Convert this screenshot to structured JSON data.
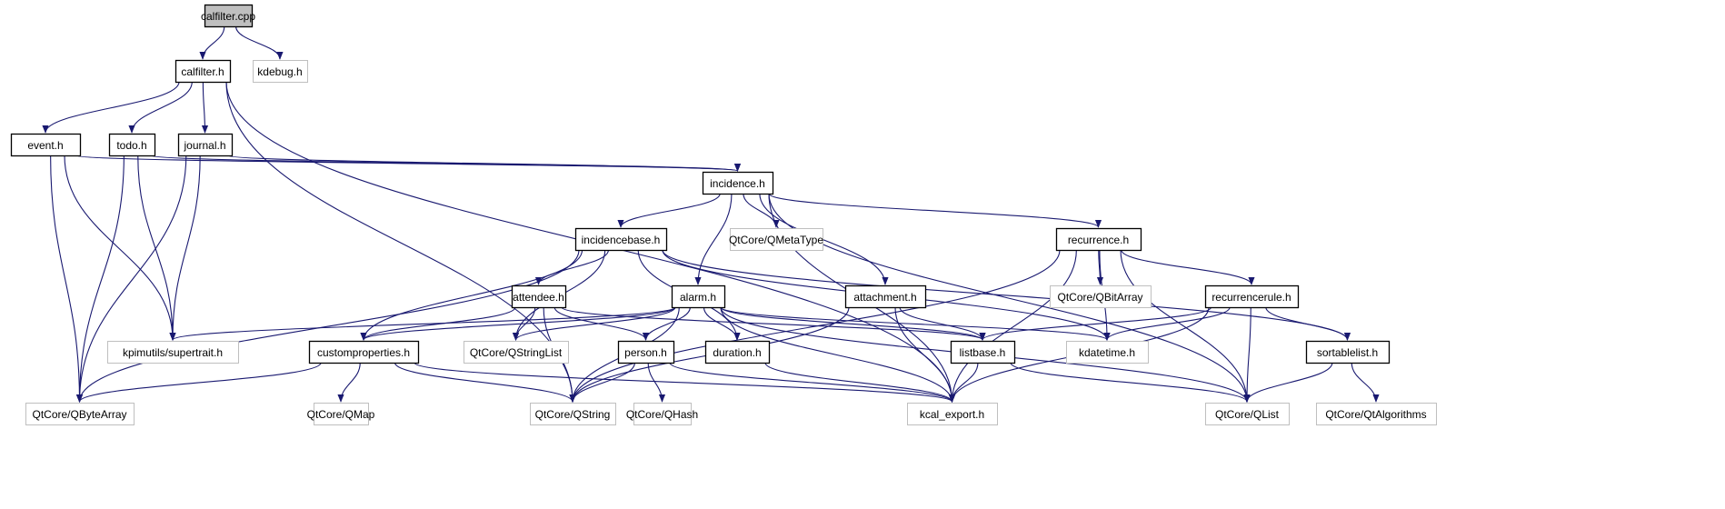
{
  "colors": {
    "edge": "#191970",
    "root_fill": "#bfbfbf",
    "documented_border": "#000000",
    "external_border": "#bfbfbf"
  },
  "nodes": [
    {
      "id": "calfilter_cpp",
      "label": "calfilter.cpp",
      "kind": "root"
    },
    {
      "id": "calfilter_h",
      "label": "calfilter.h",
      "kind": "documented"
    },
    {
      "id": "kdebug_h",
      "label": "kdebug.h",
      "kind": "external"
    },
    {
      "id": "event_h",
      "label": "event.h",
      "kind": "documented"
    },
    {
      "id": "todo_h",
      "label": "todo.h",
      "kind": "documented"
    },
    {
      "id": "journal_h",
      "label": "journal.h",
      "kind": "documented"
    },
    {
      "id": "incidence_h",
      "label": "incidence.h",
      "kind": "documented"
    },
    {
      "id": "incidencebase_h",
      "label": "incidencebase.h",
      "kind": "documented"
    },
    {
      "id": "qmetatype",
      "label": "QtCore/QMetaType",
      "kind": "external"
    },
    {
      "id": "recurrence_h",
      "label": "recurrence.h",
      "kind": "documented"
    },
    {
      "id": "attendee_h",
      "label": "attendee.h",
      "kind": "documented"
    },
    {
      "id": "alarm_h",
      "label": "alarm.h",
      "kind": "documented"
    },
    {
      "id": "attachment_h",
      "label": "attachment.h",
      "kind": "documented"
    },
    {
      "id": "qbitarray",
      "label": "QtCore/QBitArray",
      "kind": "external"
    },
    {
      "id": "recurrencerule_h",
      "label": "recurrencerule.h",
      "kind": "documented"
    },
    {
      "id": "supertrait_h",
      "label": "kpimutils/supertrait.h",
      "kind": "external"
    },
    {
      "id": "customproperties_h",
      "label": "customproperties.h",
      "kind": "documented"
    },
    {
      "id": "qstringlist",
      "label": "QtCore/QStringList",
      "kind": "external"
    },
    {
      "id": "person_h",
      "label": "person.h",
      "kind": "documented"
    },
    {
      "id": "duration_h",
      "label": "duration.h",
      "kind": "documented"
    },
    {
      "id": "listbase_h",
      "label": "listbase.h",
      "kind": "documented"
    },
    {
      "id": "kdatetime_h",
      "label": "kdatetime.h",
      "kind": "external"
    },
    {
      "id": "sortablelist_h",
      "label": "sortablelist.h",
      "kind": "documented"
    },
    {
      "id": "qbytearray",
      "label": "QtCore/QByteArray",
      "kind": "external"
    },
    {
      "id": "qmap",
      "label": "QtCore/QMap",
      "kind": "external"
    },
    {
      "id": "qstring",
      "label": "QtCore/QString",
      "kind": "external"
    },
    {
      "id": "qhash",
      "label": "QtCore/QHash",
      "kind": "external"
    },
    {
      "id": "kcal_export_h",
      "label": "kcal_export.h",
      "kind": "external"
    },
    {
      "id": "qlist",
      "label": "QtCore/QList",
      "kind": "external"
    },
    {
      "id": "qtalgorithms",
      "label": "QtCore/QtAlgorithms",
      "kind": "external"
    }
  ],
  "edges": [
    [
      "calfilter_cpp",
      "calfilter_h"
    ],
    [
      "calfilter_cpp",
      "kdebug_h"
    ],
    [
      "calfilter_h",
      "event_h"
    ],
    [
      "calfilter_h",
      "todo_h"
    ],
    [
      "calfilter_h",
      "journal_h"
    ],
    [
      "calfilter_h",
      "qstring"
    ],
    [
      "calfilter_h",
      "kcal_export_h"
    ],
    [
      "event_h",
      "incidence_h"
    ],
    [
      "event_h",
      "supertrait_h"
    ],
    [
      "event_h",
      "qbytearray"
    ],
    [
      "todo_h",
      "incidence_h"
    ],
    [
      "todo_h",
      "supertrait_h"
    ],
    [
      "todo_h",
      "qbytearray"
    ],
    [
      "journal_h",
      "incidence_h"
    ],
    [
      "journal_h",
      "supertrait_h"
    ],
    [
      "journal_h",
      "qbytearray"
    ],
    [
      "incidence_h",
      "incidencebase_h"
    ],
    [
      "incidence_h",
      "alarm_h"
    ],
    [
      "incidence_h",
      "qmetatype"
    ],
    [
      "incidence_h",
      "attachment_h"
    ],
    [
      "incidence_h",
      "recurrence_h"
    ],
    [
      "incidence_h",
      "kcal_export_h"
    ],
    [
      "incidence_h",
      "qlist"
    ],
    [
      "incidencebase_h",
      "attendee_h"
    ],
    [
      "incidencebase_h",
      "customproperties_h"
    ],
    [
      "incidencebase_h",
      "qstringlist"
    ],
    [
      "incidencebase_h",
      "duration_h"
    ],
    [
      "incidencebase_h",
      "qbytearray"
    ],
    [
      "incidencebase_h",
      "kdatetime_h"
    ],
    [
      "incidencebase_h",
      "sortablelist_h"
    ],
    [
      "recurrence_h",
      "qstring"
    ],
    [
      "recurrence_h",
      "kcal_export_h"
    ],
    [
      "recurrence_h",
      "qbitarray"
    ],
    [
      "recurrence_h",
      "kdatetime_h"
    ],
    [
      "recurrence_h",
      "recurrencerule_h"
    ],
    [
      "recurrence_h",
      "qlist"
    ],
    [
      "recurrencerule_h",
      "listbase_h"
    ],
    [
      "recurrencerule_h",
      "kdatetime_h"
    ],
    [
      "recurrencerule_h",
      "kcal_export_h"
    ],
    [
      "recurrencerule_h",
      "qlist"
    ],
    [
      "recurrencerule_h",
      "sortablelist_h"
    ],
    [
      "attendee_h",
      "customproperties_h"
    ],
    [
      "attendee_h",
      "qstringlist"
    ],
    [
      "attendee_h",
      "person_h"
    ],
    [
      "attendee_h",
      "qstring"
    ],
    [
      "attendee_h",
      "listbase_h"
    ],
    [
      "alarm_h",
      "supertrait_h"
    ],
    [
      "alarm_h",
      "customproperties_h"
    ],
    [
      "alarm_h",
      "qstringlist"
    ],
    [
      "alarm_h",
      "person_h"
    ],
    [
      "alarm_h",
      "qstring"
    ],
    [
      "alarm_h",
      "duration_h"
    ],
    [
      "alarm_h",
      "kcal_export_h"
    ],
    [
      "alarm_h",
      "listbase_h"
    ],
    [
      "alarm_h",
      "kdatetime_h"
    ],
    [
      "alarm_h",
      "qlist"
    ],
    [
      "attachment_h",
      "qstring"
    ],
    [
      "attachment_h",
      "kcal_export_h"
    ],
    [
      "attachment_h",
      "listbase_h"
    ],
    [
      "customproperties_h",
      "qbytearray"
    ],
    [
      "customproperties_h",
      "qmap"
    ],
    [
      "customproperties_h",
      "qstring"
    ],
    [
      "customproperties_h",
      "kcal_export_h"
    ],
    [
      "person_h",
      "qstring"
    ],
    [
      "person_h",
      "qhash"
    ],
    [
      "person_h",
      "kcal_export_h"
    ],
    [
      "duration_h",
      "kcal_export_h"
    ],
    [
      "listbase_h",
      "kcal_export_h"
    ],
    [
      "listbase_h",
      "qlist"
    ],
    [
      "sortablelist_h",
      "qlist"
    ],
    [
      "sortablelist_h",
      "qtalgorithms"
    ]
  ]
}
